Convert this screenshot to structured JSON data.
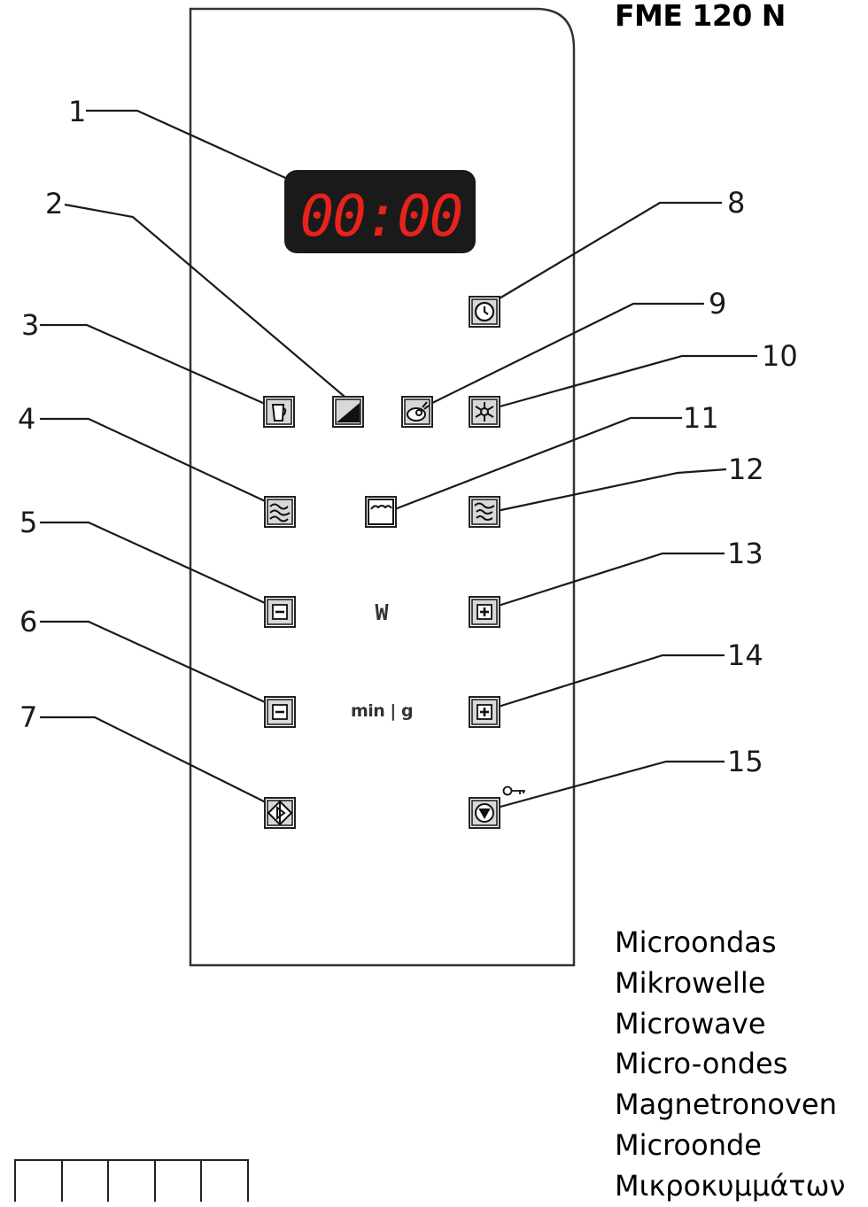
{
  "header": {
    "model": "FME 120 N"
  },
  "display": {
    "time": "00:00"
  },
  "panel_labels": {
    "power": "W",
    "time_weight": "min | g"
  },
  "callouts": [
    "1",
    "2",
    "3",
    "4",
    "5",
    "6",
    "7",
    "8",
    "9",
    "10",
    "11",
    "12",
    "13",
    "14",
    "15"
  ],
  "buttons": [
    {
      "id": 3,
      "icon": "mug-icon"
    },
    {
      "id": 2,
      "icon": "slope-icon"
    },
    {
      "id": 9,
      "icon": "roast-chicken-icon"
    },
    {
      "id": 10,
      "icon": "snowflake-defrost-icon"
    },
    {
      "id": 8,
      "icon": "clock-icon"
    },
    {
      "id": 4,
      "icon": "microwave-waves-icon"
    },
    {
      "id": 11,
      "icon": "grill-icon"
    },
    {
      "id": 12,
      "icon": "combi-grill-microwave-icon"
    },
    {
      "id": 5,
      "icon": "minus-icon"
    },
    {
      "id": 13,
      "icon": "plus-icon"
    },
    {
      "id": 6,
      "icon": "minus-icon"
    },
    {
      "id": 14,
      "icon": "plus-icon"
    },
    {
      "id": 7,
      "icon": "start-icon"
    },
    {
      "id": 15,
      "icon": "stop-icon"
    }
  ],
  "product_names": [
    "Microondas",
    "Mikrowelle",
    "Microwave",
    "Micro-ondes",
    "Magnetronoven",
    "Microonde",
    "Μικροκυμμάτων"
  ],
  "colors": {
    "display_bg": "#1a1a1a",
    "display_digits": "#e8231c",
    "button_frame": "#222222",
    "button_inner": "#d8d8d8"
  }
}
